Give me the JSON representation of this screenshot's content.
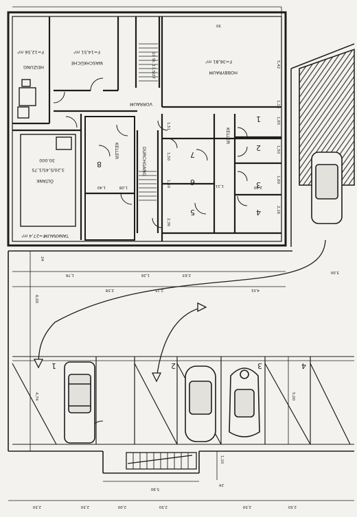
{
  "rooms": {
    "heizung": "HEIZUNG",
    "heizung_area": "F=12,56 m²",
    "waschkueche": "WASCHKÜCHE",
    "waschkueche_area": "F=14,51 m²",
    "hobbyraum": "HOBBYRAUM",
    "hobbyraum_area": "F=36,81 m²",
    "vorraum": "VORRAUM",
    "keller_left": "KELLER",
    "keller_right": "KELLER",
    "durchgang": "DURCHGANG",
    "tankraum": "TANKRAUM",
    "tankraum_area": "F=27,4 m²",
    "oeltank": "ÖLTANK",
    "oeltank_dims": "3,20/5,45/1,75",
    "oeltank_volume": "30.000"
  },
  "cellar_numbers": [
    "1",
    "2",
    "3",
    "4",
    "5",
    "6",
    "7",
    "8"
  ],
  "parking_numbers": [
    "1",
    "2",
    "3",
    "4"
  ],
  "dimensions": {
    "d_30": "30",
    "d_542": "5,42",
    "d_115": "1,15",
    "d_165": "1,65",
    "d_150": "1,50",
    "d_160": "1,60",
    "d_216": "2,16",
    "d_111": "1,11",
    "d_290": "2,90",
    "d_108": "1,08",
    "d_140": "1,40",
    "d_151": "1,51",
    "d_176": "1,76",
    "d_126": "1,26",
    "d_263": "2,63",
    "d_258": "2,58",
    "d_215": "2,15",
    "d_401": "4,01",
    "d_600": "6,00",
    "d_474": "4,74",
    "d_500": "5,00",
    "d_110": "1,10",
    "d_590": "5,90",
    "d_250": "2,50",
    "d_200": "2,00",
    "d_300": "3,00",
    "d_24": "24",
    "d_236": "2,36",
    "d_150b": "1,50",
    "d_150c": "1,50"
  },
  "stairs_label": "10 St. 17,5/27",
  "colors": {
    "line": "#1c1c1c",
    "paper": "#f3f2ee",
    "hatch": "#2a2a2a"
  }
}
